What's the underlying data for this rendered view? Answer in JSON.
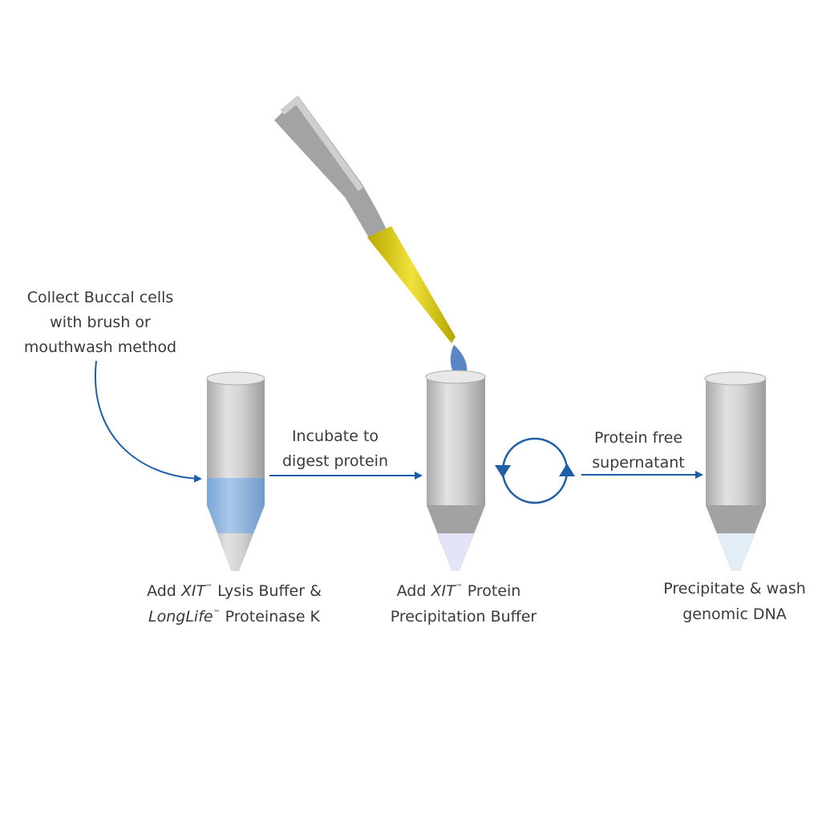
{
  "colors": {
    "arrow": "#1f5fa8",
    "tube": "#c8c8c8",
    "lysis_buffer": "#8fb6de",
    "pipette_tip": "#e0d21a",
    "drop": "#5b86c6"
  },
  "step1": {
    "note_lines": [
      "Collect Buccal cells",
      "with brush or",
      "mouthwash method"
    ],
    "label": {
      "l1_a": "Add ",
      "l1_b": "XIT",
      "l1_tm": "™",
      "l1_c": " Lysis Buffer &",
      "l2_a": "LongLife",
      "l2_tm": "™",
      "l2_b": " Proteinase K"
    }
  },
  "arrow1": {
    "lines": [
      "Incubate to",
      "digest protein"
    ]
  },
  "step2": {
    "label": {
      "l1_a": "Add ",
      "l1_b": "XIT",
      "l1_tm": "™",
      "l1_c": " Protein",
      "l2": "Precipitation Buffer"
    }
  },
  "arrow2": {
    "lines": [
      "Protein free",
      "supernatant"
    ]
  },
  "step3": {
    "label_lines": [
      "Precipitate & wash",
      "genomic DNA"
    ]
  }
}
